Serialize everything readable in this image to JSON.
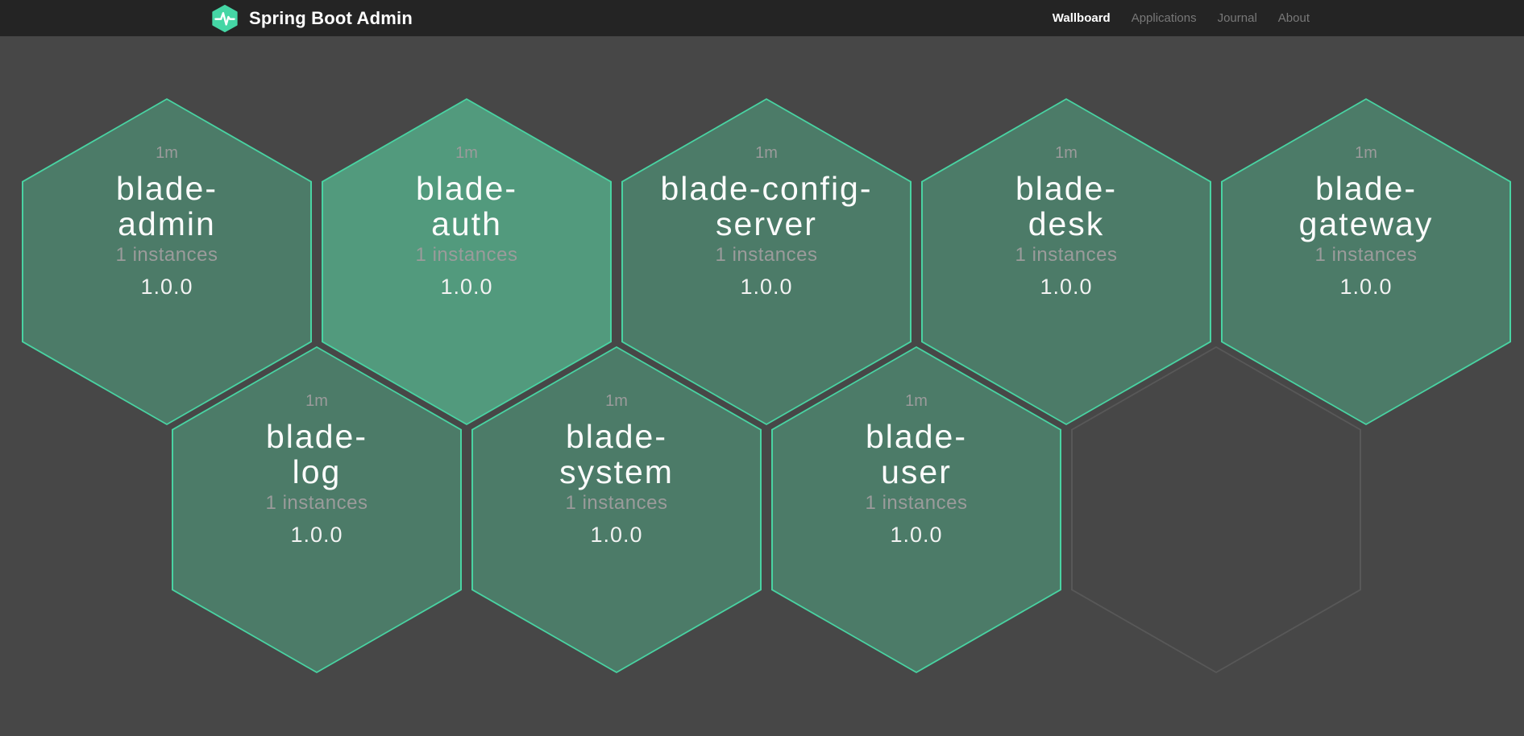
{
  "header": {
    "title": "Spring Boot Admin",
    "logo_icon": "pulse-hexagon-icon",
    "nav": [
      {
        "label": "Wallboard",
        "active": true
      },
      {
        "label": "Applications",
        "active": false
      },
      {
        "label": "Journal",
        "active": false
      },
      {
        "label": "About",
        "active": false
      }
    ]
  },
  "colors": {
    "page_background": "#474747",
    "header_background": "#242424",
    "hex_fill": "#4C7B68",
    "hex_fill_bright": "#529A7D",
    "hex_border": "#49D3A2",
    "hex_empty_border": "#585858",
    "text_muted": "#9B9B9B",
    "text_light": "#FFFFFF"
  },
  "wallboard": {
    "applications": [
      {
        "name": "blade-admin",
        "name_lines": [
          "blade-",
          "admin"
        ],
        "uptime": "1m",
        "instances": "1 instances",
        "version": "1.0.0",
        "variant": "normal",
        "row": 0,
        "col": 0
      },
      {
        "name": "blade-auth",
        "name_lines": [
          "blade-",
          "auth"
        ],
        "uptime": "1m",
        "instances": "1 instances",
        "version": "1.0.0",
        "variant": "bright",
        "row": 0,
        "col": 1
      },
      {
        "name": "blade-config-server",
        "name_lines": [
          "blade-config-",
          "server"
        ],
        "uptime": "1m",
        "instances": "1 instances",
        "version": "1.0.0",
        "variant": "normal",
        "row": 0,
        "col": 2
      },
      {
        "name": "blade-desk",
        "name_lines": [
          "blade-",
          "desk"
        ],
        "uptime": "1m",
        "instances": "1 instances",
        "version": "1.0.0",
        "variant": "normal",
        "row": 0,
        "col": 3
      },
      {
        "name": "blade-gateway",
        "name_lines": [
          "blade-",
          "gateway"
        ],
        "uptime": "1m",
        "instances": "1 instances",
        "version": "1.0.0",
        "variant": "normal",
        "row": 0,
        "col": 4
      },
      {
        "name": "blade-log",
        "name_lines": [
          "blade-",
          "log"
        ],
        "uptime": "1m",
        "instances": "1 instances",
        "version": "1.0.0",
        "variant": "normal",
        "row": 1,
        "col": 0
      },
      {
        "name": "blade-system",
        "name_lines": [
          "blade-",
          "system"
        ],
        "uptime": "1m",
        "instances": "1 instances",
        "version": "1.0.0",
        "variant": "normal",
        "row": 1,
        "col": 1
      },
      {
        "name": "blade-user",
        "name_lines": [
          "blade-",
          "user"
        ],
        "uptime": "1m",
        "instances": "1 instances",
        "version": "1.0.0",
        "variant": "normal",
        "row": 1,
        "col": 2
      },
      {
        "name": "",
        "name_lines": [],
        "uptime": "",
        "instances": "",
        "version": "",
        "variant": "empty",
        "row": 1,
        "col": 3
      }
    ]
  }
}
